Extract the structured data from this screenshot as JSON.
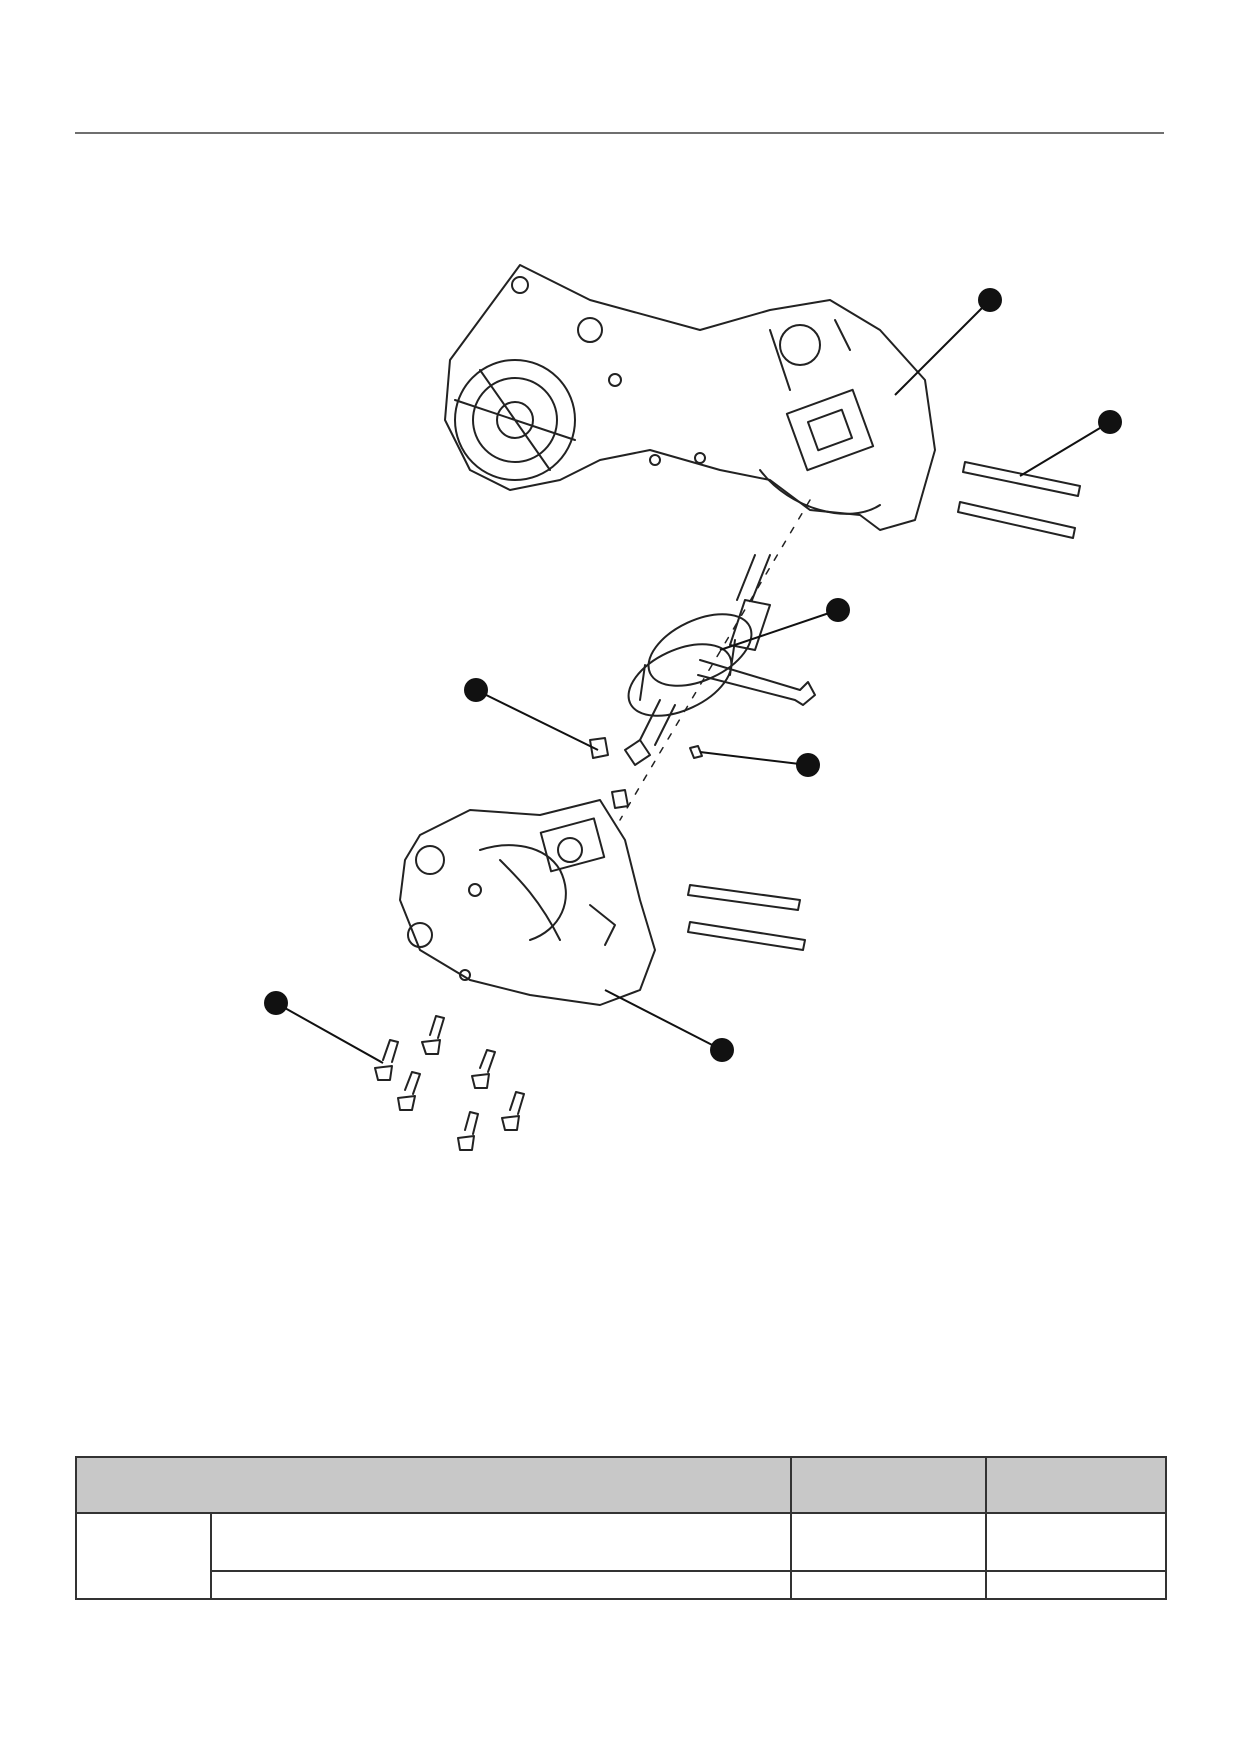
{
  "header": {
    "rule": true
  },
  "figure": {
    "parts": [
      {
        "id": "crankcase-left",
        "icon": "crankcase-left-icon"
      },
      {
        "id": "locating-pins-upper",
        "icon": "pin-icon"
      },
      {
        "id": "crankshaft",
        "icon": "crankshaft-icon"
      },
      {
        "id": "dowel-bushing",
        "icon": "bushing-icon"
      },
      {
        "id": "woodruff-key",
        "icon": "key-icon"
      },
      {
        "id": "crankcase-right",
        "icon": "crankcase-right-icon"
      },
      {
        "id": "bolts",
        "icon": "bolt-icon"
      }
    ],
    "callouts": [
      "",
      "",
      "",
      "",
      "",
      "",
      ""
    ]
  },
  "table": {
    "header": [
      "",
      "",
      ""
    ],
    "group_label": "",
    "rows": [
      [
        "",
        "",
        ""
      ],
      [
        "",
        "",
        ""
      ]
    ]
  },
  "colors": {
    "line": "#222222",
    "header_fill": "#c8c8c8",
    "rule": "#6f6f6f"
  }
}
